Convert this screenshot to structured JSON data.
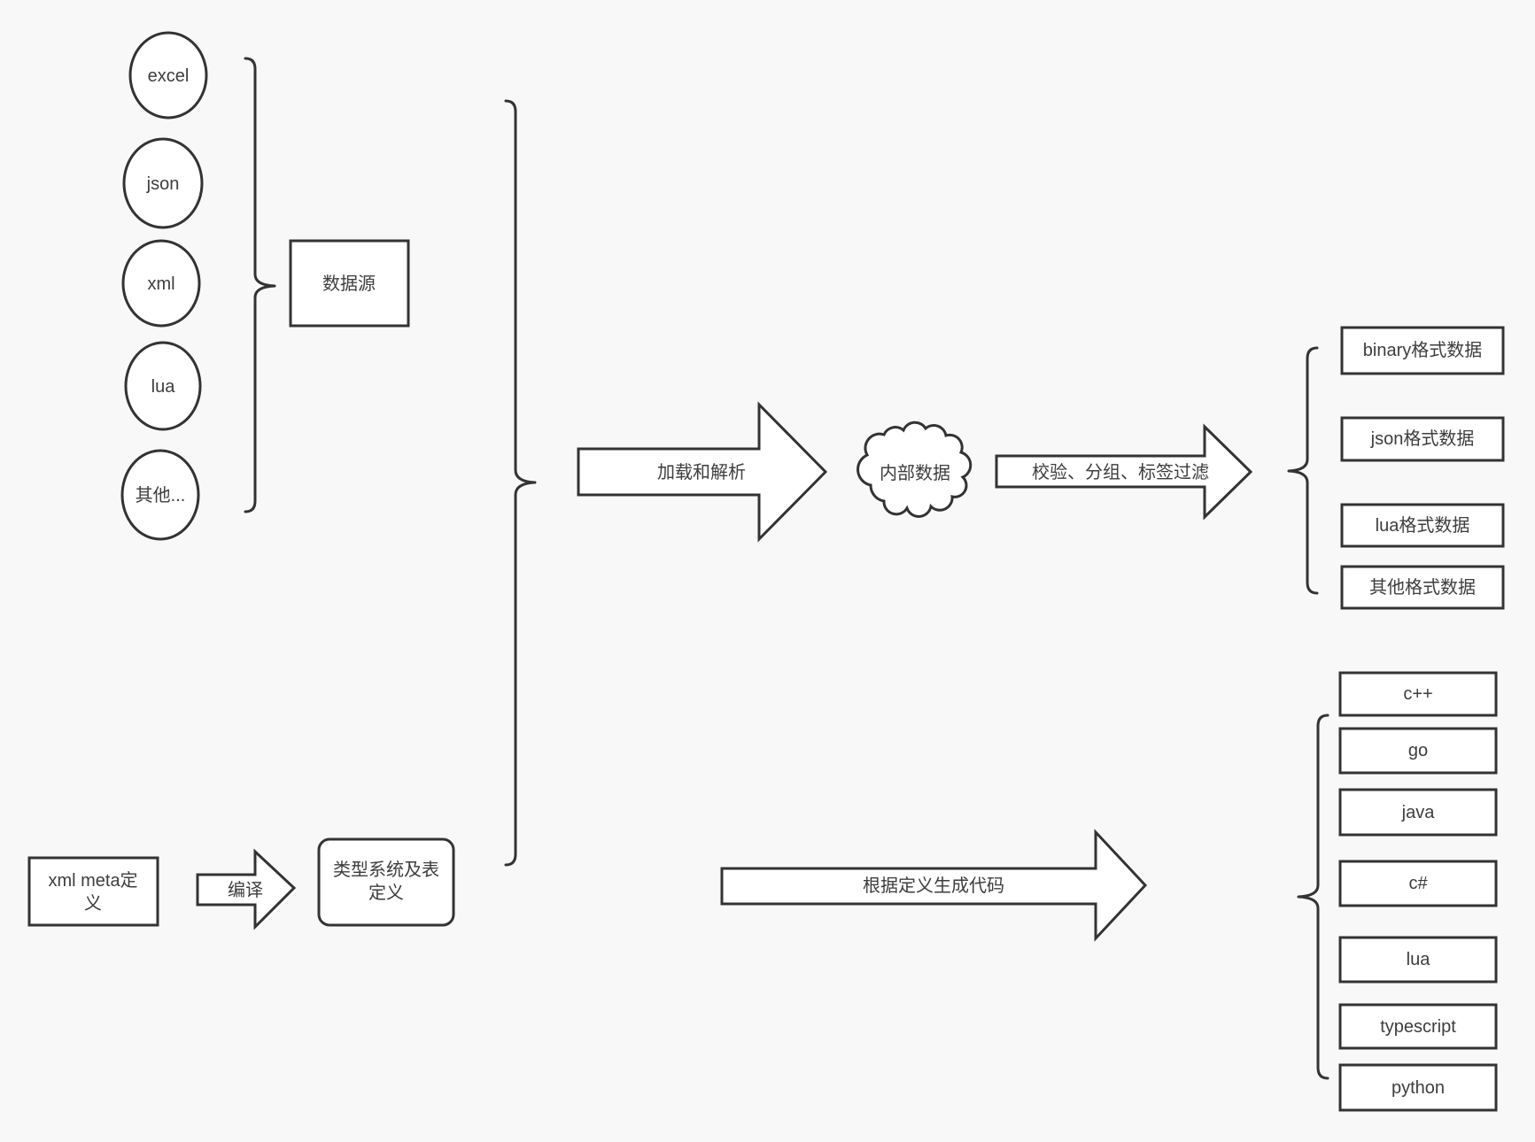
{
  "sources": {
    "nodes": [
      "excel",
      "json",
      "xml",
      "lua",
      "其他..."
    ],
    "group_label": "数据源"
  },
  "pipeline": {
    "load_parse_arrow": "加载和解析",
    "internal_data_cloud": "内部数据",
    "filter_arrow": "校验、分组、标签过滤"
  },
  "data_formats": [
    "binary格式数据",
    "json格式数据",
    "lua格式数据",
    "其他格式数据"
  ],
  "definitions": {
    "xml_meta_label": "xml meta定义",
    "xml_meta_lines": [
      "xml meta定",
      "义"
    ],
    "compile_arrow": "编译",
    "type_system_label": "类型系统及表定义",
    "type_system_lines": [
      "类型系统及表",
      "定义"
    ],
    "generate_arrow": "根据定义生成代码"
  },
  "languages": [
    "c++",
    "go",
    "java",
    "c#",
    "lua",
    "typescript",
    "python"
  ],
  "colors": {
    "background": "#f8f8f8",
    "stroke": "#333333",
    "text": "#3d3d3d",
    "node_fill": "#ffffff"
  }
}
